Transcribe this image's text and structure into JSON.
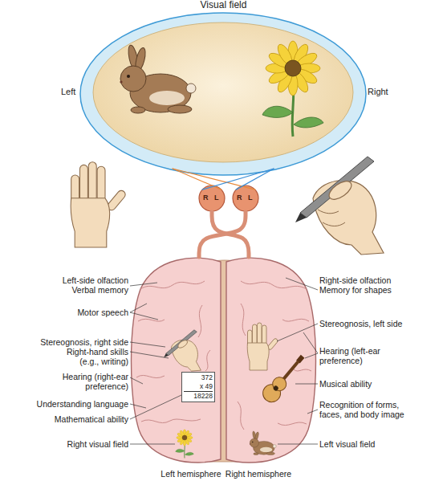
{
  "diagram": {
    "nodes": [
      {
        "text": [
          "Visual field",
          "Left",
          "Right"
        ]
      },
      {
        "text": [
          "R",
          "L"
        ]
      },
      {
        "text": [
          "R",
          "L"
        ]
      },
      {
        "text": [
          "Left hemisphere"
        ]
      },
      {
        "text": [
          "372",
          "x 49",
          "18228"
        ],
        "in": 3
      },
      {
        "text": [
          "Right hemisphere"
        ]
      }
    ],
    "edges": [
      {
        "from": 0,
        "to": 1,
        "arrow": "none"
      },
      {
        "from": 0,
        "to": 2,
        "arrow": "none"
      },
      {
        "from": 0,
        "to": 1,
        "arrow": "none"
      },
      {
        "from": 0,
        "to": 2,
        "arrow": "none"
      },
      {
        "from": 1,
        "to": 5,
        "arrow": "none"
      },
      {
        "from": 2,
        "to": 3,
        "arrow": "none"
      }
    ],
    "labels": [
      "Left-side olfaction",
      "Verbal memory",
      "Motor speech",
      "Stereognosis, right side",
      "Right-hand skills (e.g., writing)",
      "Hearing (right-ear preference)",
      "Understanding language",
      "Mathematical ability",
      "Right visual field",
      "Right-side olfaction",
      "Memory for shapes",
      "Stereognosis, left side",
      "Hearing (left-ear preference)",
      "Musical ability",
      "Recognition of forms, faces, and body image",
      "Left visual field"
    ]
  }
}
